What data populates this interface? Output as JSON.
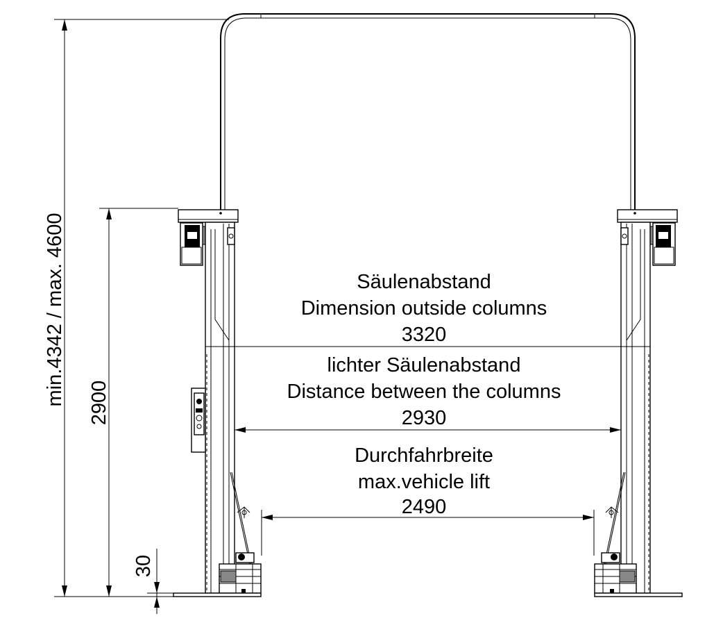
{
  "dimensions": {
    "overall_height": {
      "text": "min.4342 / max. 4600"
    },
    "column_height": {
      "text": "2900"
    },
    "base_height": {
      "text": "30"
    },
    "outside_columns": {
      "label_de": "Säulenabstand",
      "label_en": "Dimension outside columns",
      "value": "3320"
    },
    "between_columns": {
      "label_de": "lichter Säulenabstand",
      "label_en": "Distance between the columns",
      "value": "2930"
    },
    "vehicle_lift": {
      "label_de": "Durchfahrbreite",
      "label_en": "max.vehicle lift",
      "value": "2490"
    }
  }
}
